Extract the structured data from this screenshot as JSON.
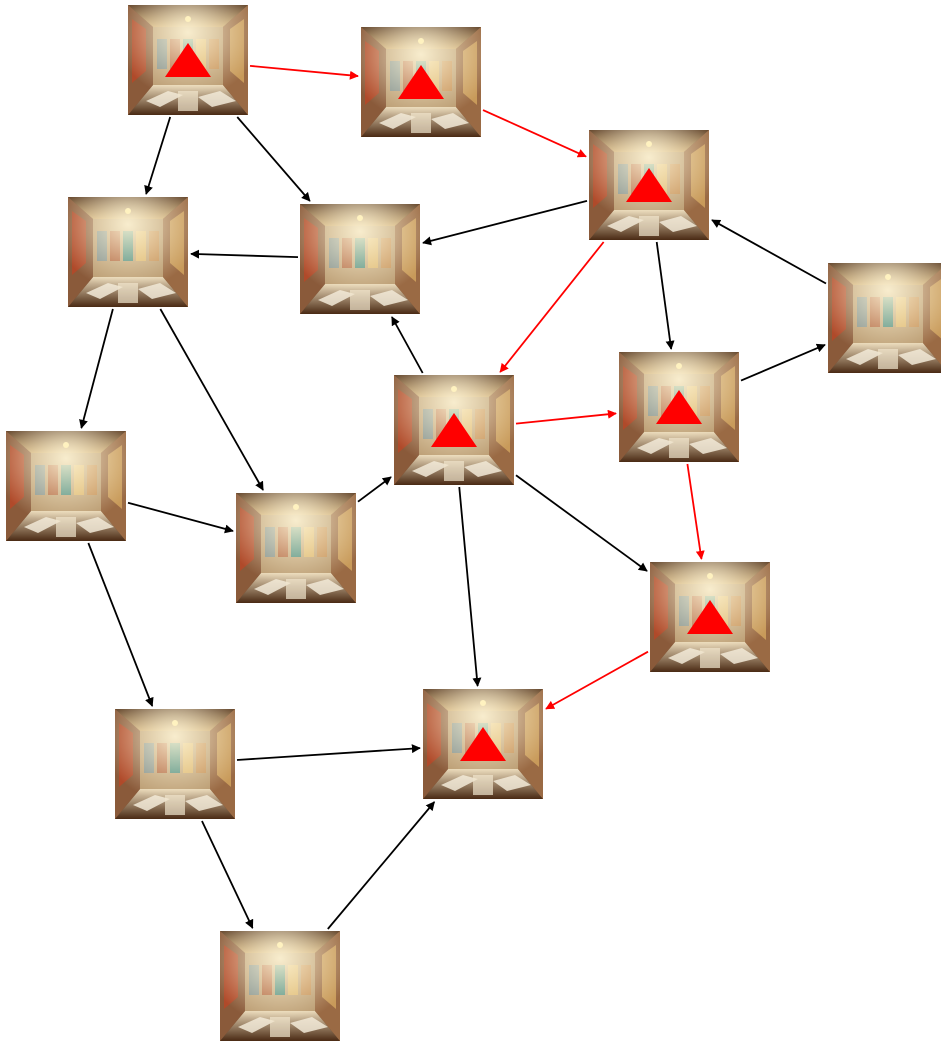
{
  "colors": {
    "background": "#ffffff",
    "edge_default": "#000000",
    "edge_path": "#ff0000",
    "marker": "#ff0000"
  },
  "node_image_icon": "room-with-many-doors-image",
  "marker_icon": "red-triangle-icon",
  "nodes": [
    {
      "id": "n1",
      "marked": true
    },
    {
      "id": "n2",
      "marked": true
    },
    {
      "id": "n3",
      "marked": true
    },
    {
      "id": "n4",
      "marked": false
    },
    {
      "id": "n5",
      "marked": false
    },
    {
      "id": "n6",
      "marked": false
    },
    {
      "id": "n7",
      "marked": true
    },
    {
      "id": "n8",
      "marked": true
    },
    {
      "id": "n9",
      "marked": false
    },
    {
      "id": "n10",
      "marked": false
    },
    {
      "id": "n11",
      "marked": true
    },
    {
      "id": "n12",
      "marked": false
    },
    {
      "id": "n13",
      "marked": true
    },
    {
      "id": "n14",
      "marked": false
    }
  ],
  "edges": [
    {
      "from": "n1",
      "to": "n2",
      "highlighted": true
    },
    {
      "from": "n2",
      "to": "n3",
      "highlighted": true
    },
    {
      "from": "n3",
      "to": "n7",
      "highlighted": true
    },
    {
      "from": "n7",
      "to": "n8",
      "highlighted": true
    },
    {
      "from": "n8",
      "to": "n11",
      "highlighted": true
    },
    {
      "from": "n11",
      "to": "n13",
      "highlighted": true
    },
    {
      "from": "n1",
      "to": "n4",
      "highlighted": false
    },
    {
      "from": "n1",
      "to": "n5",
      "highlighted": false
    },
    {
      "from": "n5",
      "to": "n4",
      "highlighted": false
    },
    {
      "from": "n3",
      "to": "n5",
      "highlighted": false
    },
    {
      "from": "n6",
      "to": "n3",
      "highlighted": false
    },
    {
      "from": "n3",
      "to": "n8",
      "highlighted": false
    },
    {
      "from": "n8",
      "to": "n6",
      "highlighted": false
    },
    {
      "from": "n7",
      "to": "n5",
      "highlighted": false
    },
    {
      "from": "n4",
      "to": "n9",
      "highlighted": false
    },
    {
      "from": "n4",
      "to": "n10",
      "highlighted": false
    },
    {
      "from": "n9",
      "to": "n10",
      "highlighted": false
    },
    {
      "from": "n10",
      "to": "n7",
      "highlighted": false
    },
    {
      "from": "n7",
      "to": "n11",
      "highlighted": false
    },
    {
      "from": "n7",
      "to": "n13",
      "highlighted": false
    },
    {
      "from": "n9",
      "to": "n12",
      "highlighted": false
    },
    {
      "from": "n12",
      "to": "n13",
      "highlighted": false
    },
    {
      "from": "n12",
      "to": "n14",
      "highlighted": false
    },
    {
      "from": "n14",
      "to": "n13",
      "highlighted": false
    }
  ]
}
